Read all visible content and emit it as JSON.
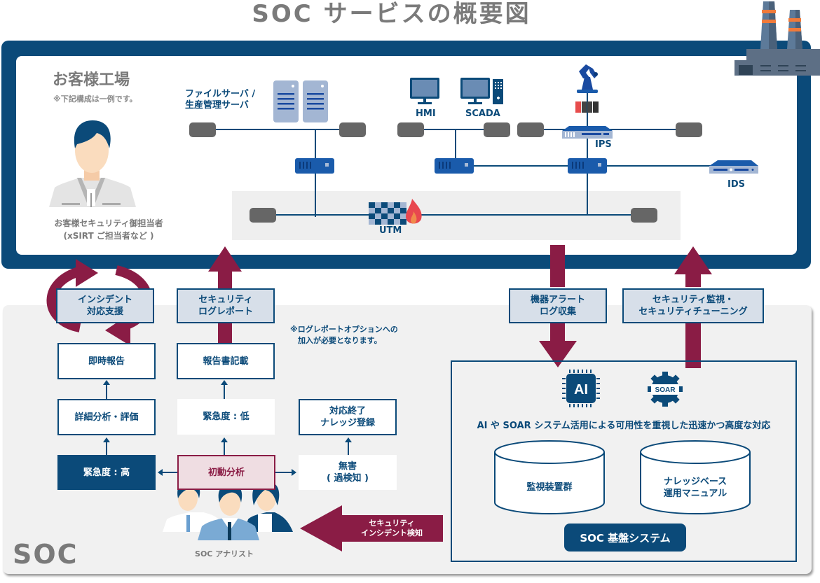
{
  "title": "SOC サービスの概要図",
  "factory": {
    "title": "お客様工場",
    "note": "※下記構成は一例です。",
    "customer_label_line1": "お客様セキュリティ御担当者",
    "customer_label_line2": "(xSIRT ご担当者など )",
    "devices": {
      "file_server": "ファイルサーバ /\n生産管理サーバ",
      "hmi": "HMI",
      "scada": "SCADA",
      "ips": "IPS",
      "ids": "IDS",
      "utm": "UTM"
    }
  },
  "flow_labels": {
    "incident_support": "インシデント\n対応支援",
    "log_report": "セキュリティ\nログレポート",
    "alert_collection": "機器アラート\nログ収集",
    "monitoring": "セキュリティ監視・\nセキュリティチューニング"
  },
  "soc": {
    "label": "SOC",
    "note": "※ログレポートオプションへの\n　加入が必要となります。",
    "steps": {
      "immediate_report": "即時報告",
      "report_writing": "報告書記載",
      "detailed_analysis": "詳細分析・評価",
      "urgency_low": "緊急度 : 低",
      "close_knowledge": "対応終了\nナレッジ登録",
      "urgency_high": "緊急度 : 高",
      "initial_analysis": "初動分析",
      "harmless": "無害\n( 過検知 )"
    },
    "analyst_label": "SOC アナリスト",
    "detection_label": "セキュリティ\nインシデント検知",
    "system": {
      "ai_icon_text": "AI",
      "soar_icon_text": "SOAR",
      "caption": "AI や SOAR システム活用による可用性を重視した迅速かつ高度な対応",
      "db1": "監視装置群",
      "db2": "ナレッジベース\n運用マニュアル",
      "badge": "SOC 基盤システム"
    }
  },
  "colors": {
    "navy": "#0b4a79",
    "maroon": "#8a1c45",
    "gray_text": "#7a7a7a",
    "panel_gray": "#f1f1f1"
  }
}
